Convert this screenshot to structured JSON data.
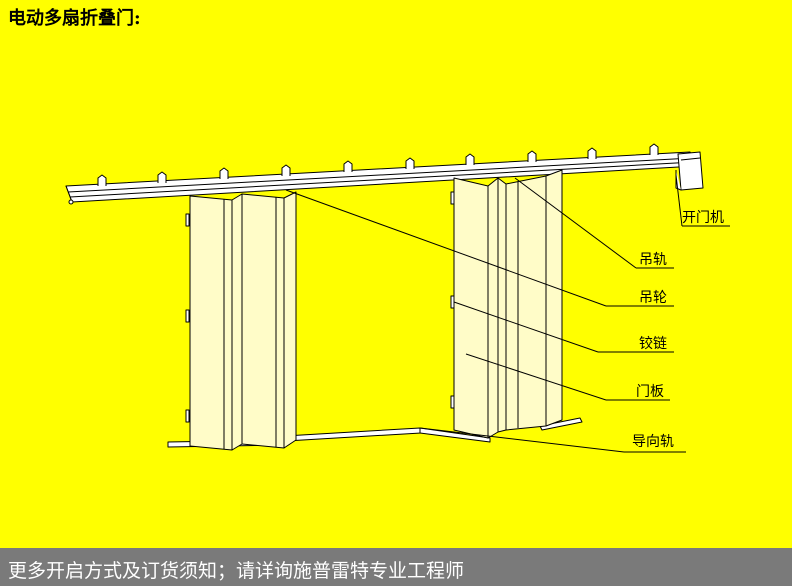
{
  "title": "电动多扇折叠门:",
  "labels": {
    "opener": "开门机",
    "hanging_rail": "吊轨",
    "hanging_wheel": "吊轮",
    "hinge": "铰链",
    "door_panel": "门板",
    "guide_rail": "导向轨"
  },
  "footer": {
    "text": "更多开启方式及订货须知；请详询施普雷特专业工程师"
  },
  "colors": {
    "background": "#ffff00",
    "panel": "#fffcc8",
    "line": "#000000",
    "footer_bg": "#7a7a7a",
    "footer_text": "#ffffff"
  }
}
